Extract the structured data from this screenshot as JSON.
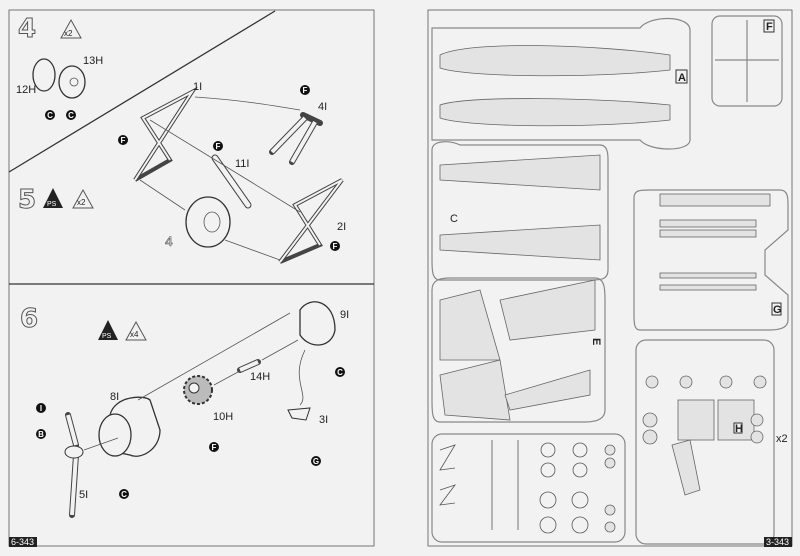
{
  "left_page": {
    "step4": {
      "number": "4",
      "qty": "x2",
      "parts": [
        "13H",
        "12H"
      ],
      "colors": [
        "C",
        "C"
      ]
    },
    "step5": {
      "number": "5",
      "paint": "PS",
      "qty": "x2",
      "parts": [
        "1I",
        "4I",
        "11I",
        "2I",
        "4"
      ],
      "colors": [
        "F",
        "F",
        "F",
        "F"
      ]
    },
    "step6": {
      "number": "6",
      "paint": "PS",
      "qty": "x4",
      "parts": [
        "9I",
        "14H",
        "8I",
        "10H",
        "3I",
        "5I"
      ],
      "colors": [
        "C",
        "I",
        "B",
        "F",
        "G",
        "C"
      ]
    },
    "page_code": "6-343"
  },
  "right_page": {
    "sprues": [
      "A",
      "F",
      "C",
      "E",
      "G",
      "H"
    ],
    "sprue_h_qty": "x2",
    "page_code": "3-343"
  }
}
